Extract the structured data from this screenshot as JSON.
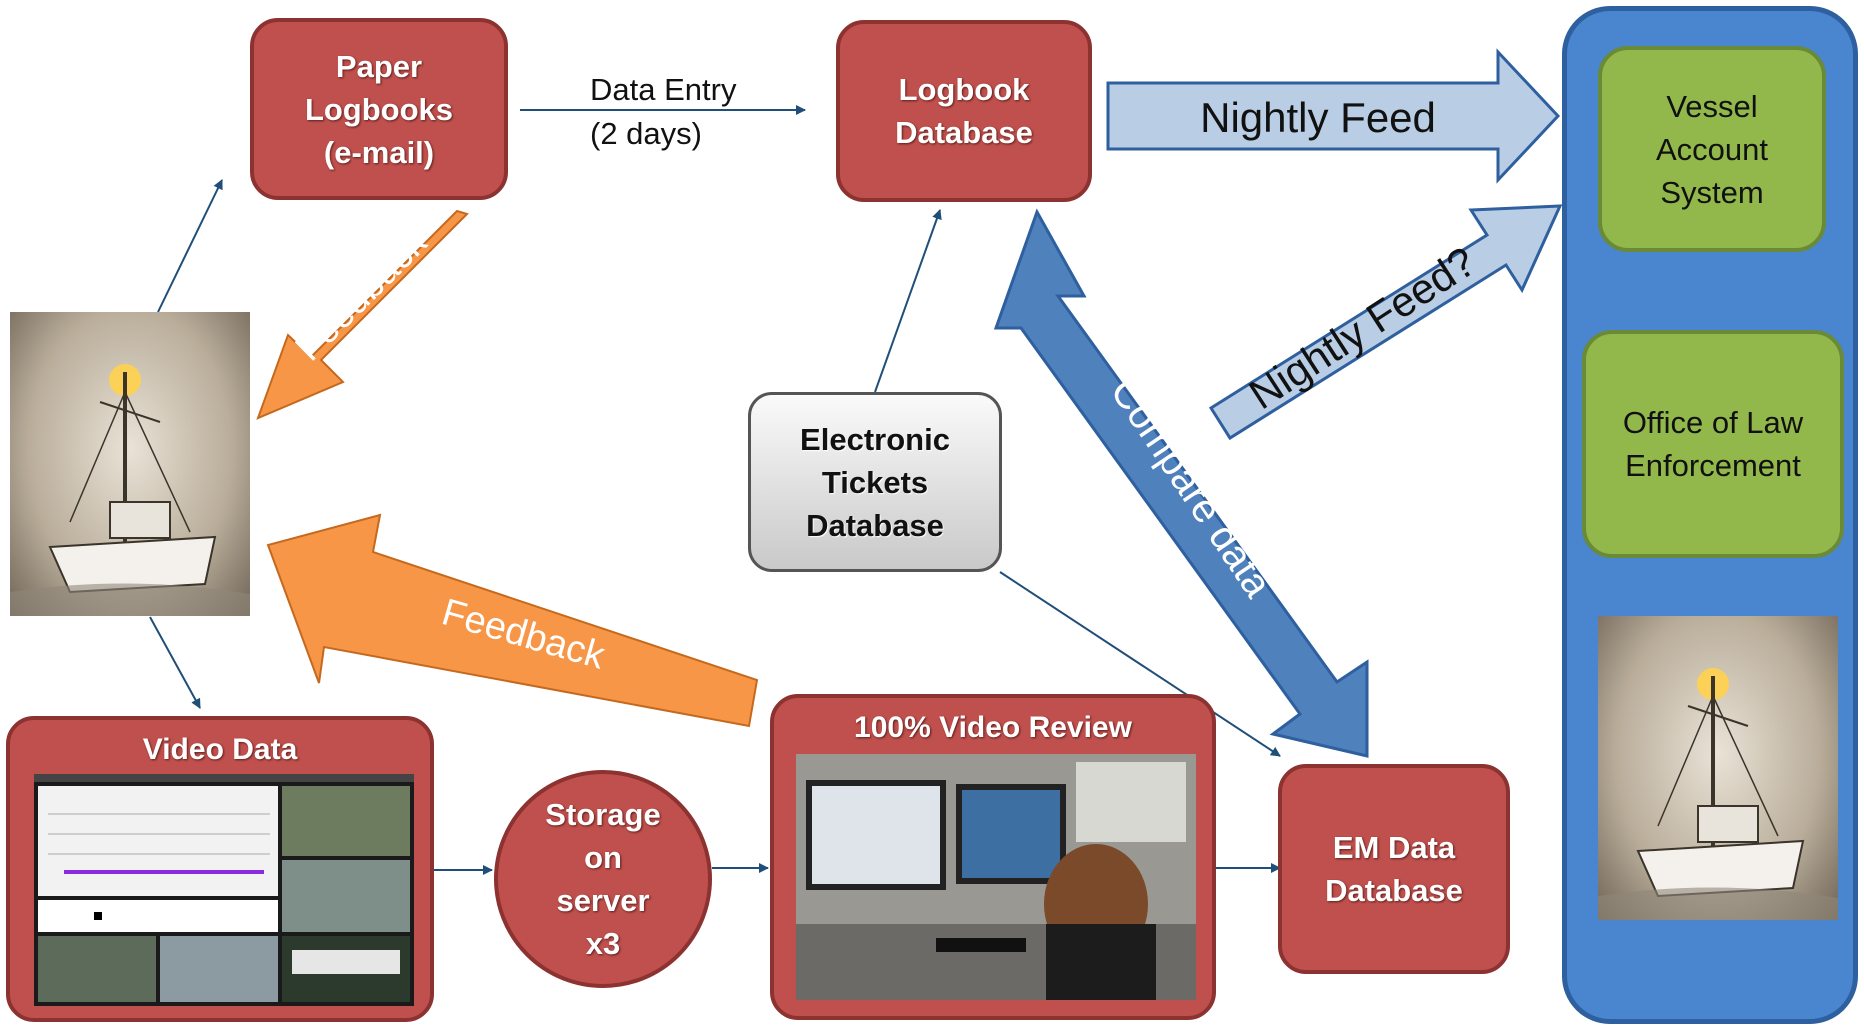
{
  "boxes": {
    "paper_logbooks": [
      "Paper",
      "Logbooks",
      "(e-mail)"
    ],
    "logbook_database": [
      "Logbook",
      "Database"
    ],
    "electronic_tickets": [
      "Electronic",
      "Tickets",
      "Database"
    ],
    "storage": [
      "Storage",
      "on",
      "server",
      "x3"
    ],
    "em_database": [
      "EM Data",
      "Database"
    ],
    "vessel_account": [
      "Vessel",
      "Account",
      "System"
    ],
    "law_enforcement": [
      "Office of Law",
      "Enforcement"
    ]
  },
  "frames": {
    "video_data_title": "Video Data",
    "video_review_title": "100% Video Review"
  },
  "labels": {
    "data_entry": [
      "Data Entry",
      "(2 days)"
    ],
    "nightly_feed": "Nightly Feed",
    "nightly_feed_question": "Nightly Feed?",
    "compare_data": "Compare data",
    "feedback_top": "Feedback",
    "feedback_bottom": "Feedback"
  },
  "colors": {
    "red_box": "#c0504d",
    "green_box": "#92b84c",
    "blue_panel": "#4a85cf",
    "light_blue_arrow": "#b9cde5",
    "dark_blue_arrow": "#4f81bd",
    "orange_arrow": "#f79646",
    "connector": "#1f4e79"
  },
  "icons": {
    "boat_photo": "fishing-boat-photo",
    "video_screenshot": "video-software-screenshot",
    "reviewer_photo": "video-reviewer-photo"
  }
}
